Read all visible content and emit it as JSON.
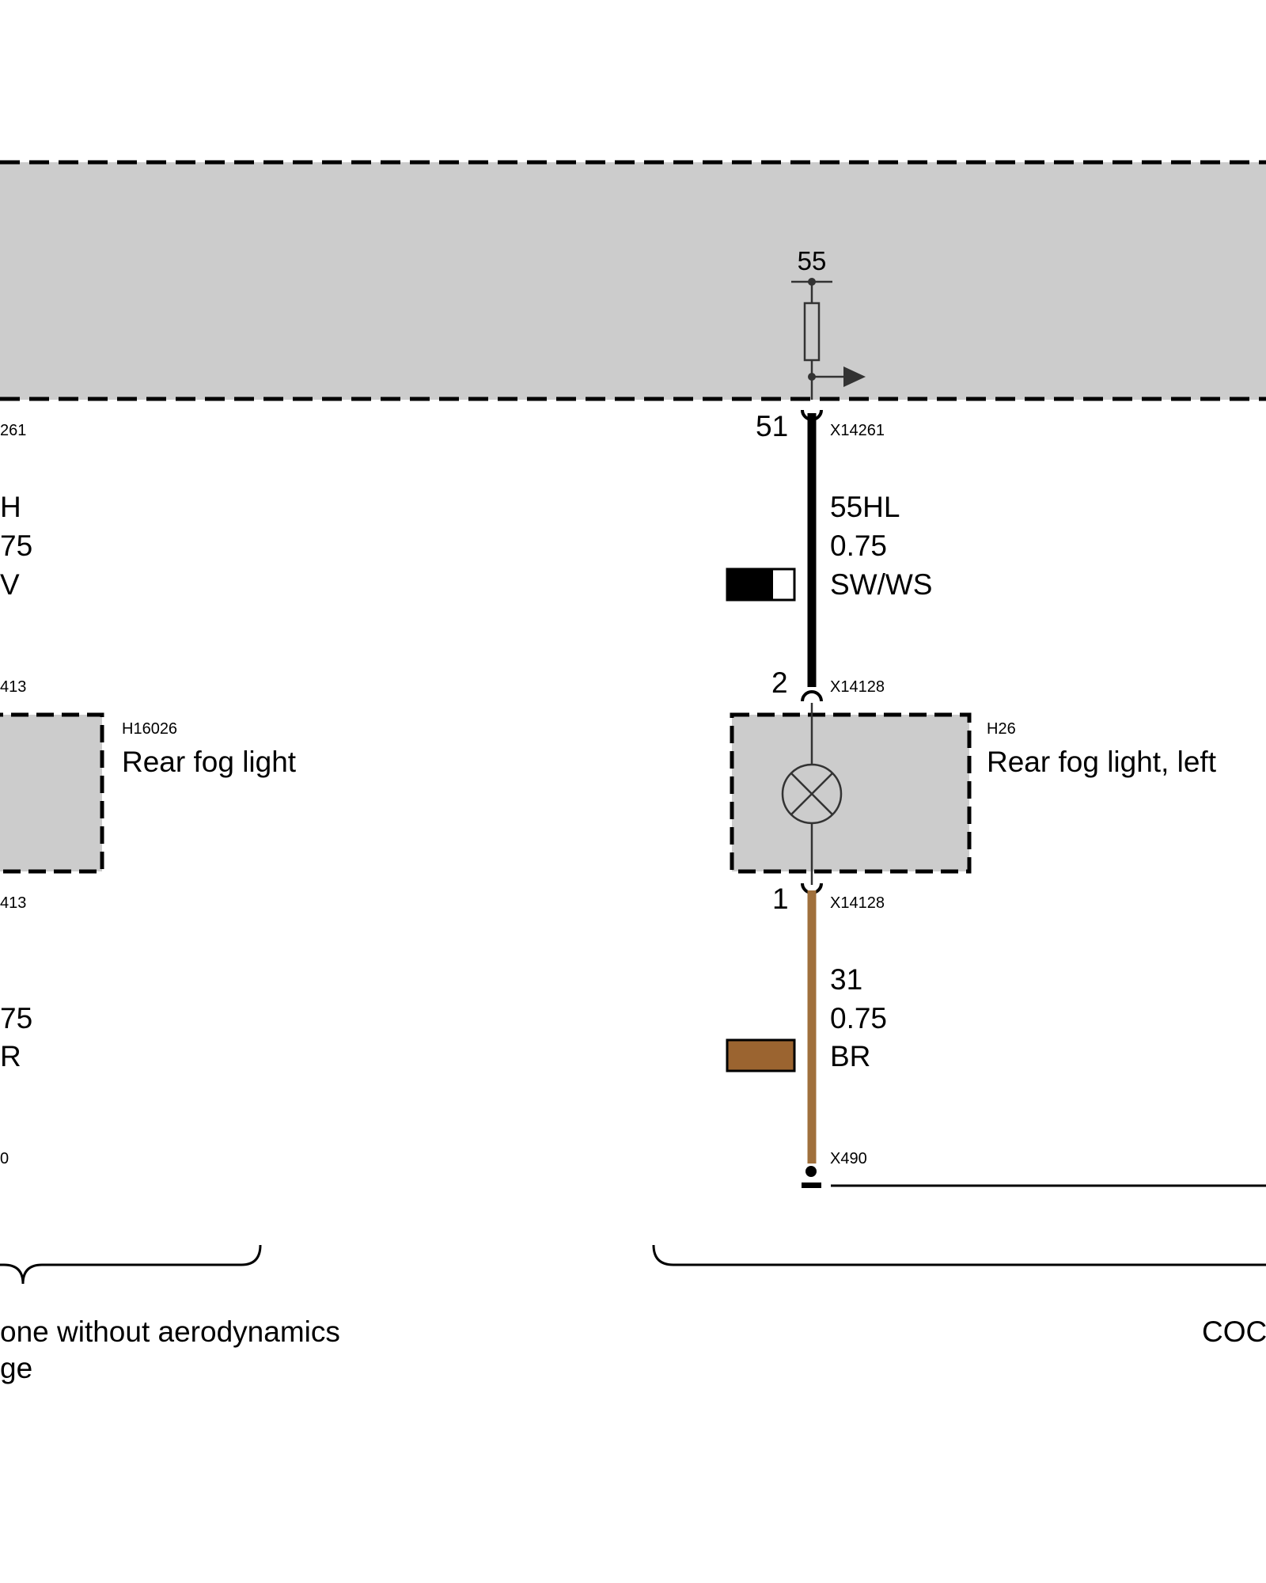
{
  "module": {
    "fuse_number": "55"
  },
  "left_circuit": {
    "top_connector_suffix": "261",
    "wire": {
      "label_tail": "H",
      "size_tail": "75",
      "color_tail": "V"
    },
    "component": {
      "id": "H16026",
      "name": "Rear fog light"
    },
    "connector_top_suffix": "413",
    "connector_bottom_suffix": "413",
    "ground_wire": {
      "size_tail": "75",
      "color_tail": "R"
    },
    "ground_suffix": "0",
    "variant_label_line1": "one without aerodynamics",
    "variant_label_line2": "ge"
  },
  "right_circuit": {
    "top_pin": "51",
    "top_connector": "X14261",
    "wire": {
      "label": "55HL",
      "size": "0.75",
      "color": "SW/WS"
    },
    "comp_top_pin": "2",
    "comp_top_connector": "X14128",
    "component": {
      "id": "H26",
      "name": "Rear fog light, left"
    },
    "comp_bottom_pin": "1",
    "comp_bottom_connector": "X14128",
    "ground_wire": {
      "label": "31",
      "size": "0.75",
      "color": "BR"
    },
    "ground_connector": "X490",
    "variant_label": "COC"
  },
  "colors": {
    "module_fill": "#cccccc",
    "wire_black": "#000000",
    "wire_brown": "#a0703c",
    "brown_swatch": "#9b6430"
  }
}
